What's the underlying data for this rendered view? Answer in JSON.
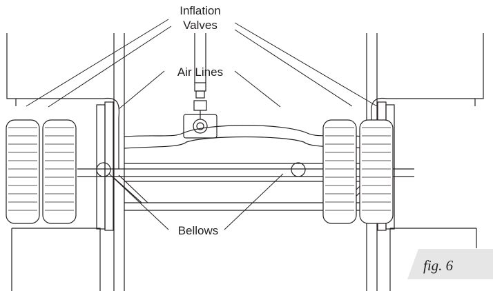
{
  "labels": {
    "inflation_line1": "Inflation",
    "inflation_line2": "Valves",
    "air_lines": "Air Lines",
    "bellows": "Bellows",
    "figure": "fig. 6"
  }
}
